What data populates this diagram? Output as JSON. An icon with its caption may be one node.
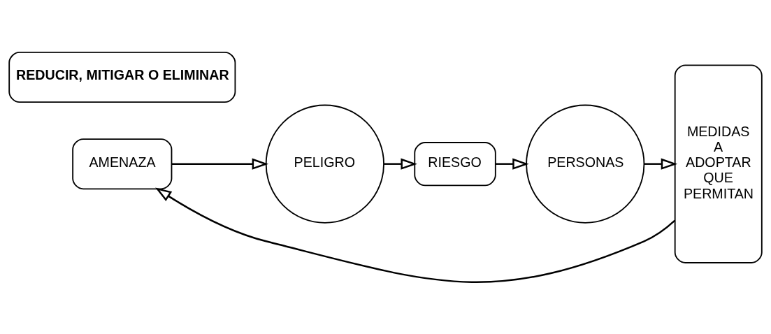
{
  "diagram": {
    "nodes": [
      {
        "text": [
          "AMENAZA"
        ]
      },
      {
        "text": [
          "PELIGRO"
        ]
      },
      {
        "text": [
          "RIESGO"
        ]
      },
      {
        "text": [
          "PERSONAS"
        ]
      },
      {
        "text": [
          "MEDIDAS A ADOPTAR QUE PERMITAN"
        ]
      },
      {
        "text": [
          "REDUCIR, MITIGAR O ELIMINAR"
        ]
      }
    ],
    "edges": [
      {
        "from": 0,
        "to": 1,
        "arrow": "to"
      },
      {
        "from": 1,
        "to": 2,
        "arrow": "to"
      },
      {
        "from": 2,
        "to": 3,
        "arrow": "to"
      },
      {
        "from": 3,
        "to": 4,
        "arrow": "to"
      },
      {
        "from": 4,
        "to": 0,
        "arrow": "to"
      }
    ]
  }
}
